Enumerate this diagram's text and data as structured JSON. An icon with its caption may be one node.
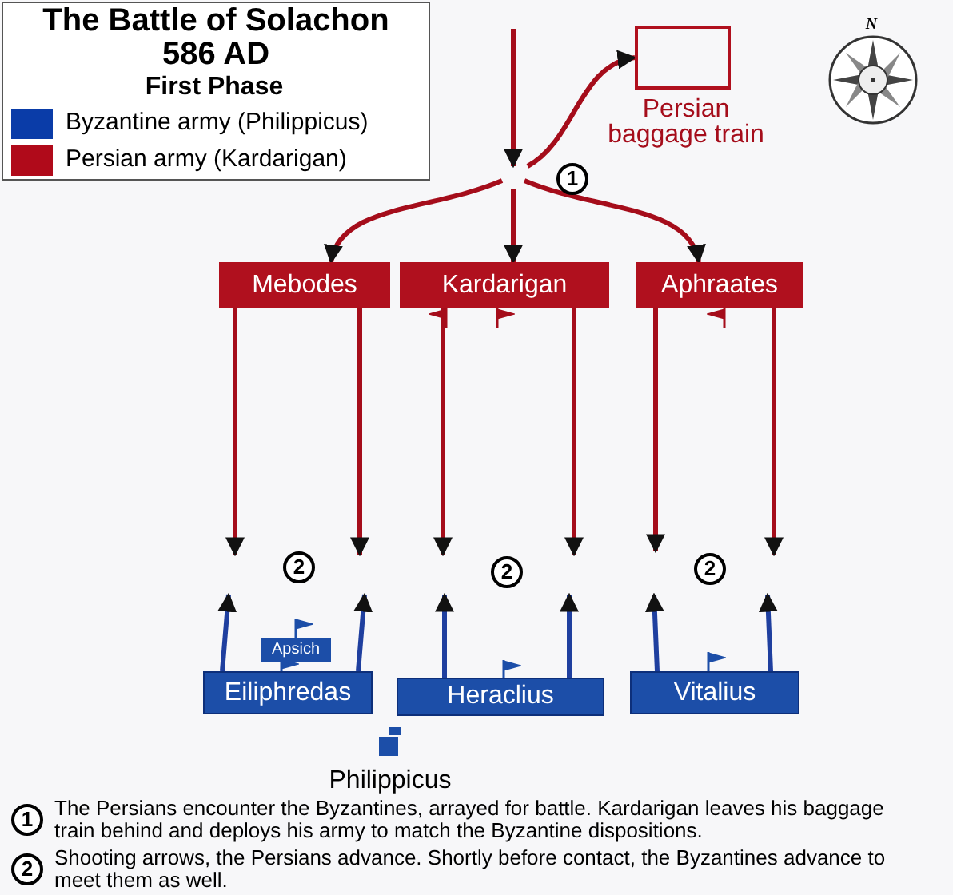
{
  "diagram": {
    "title": "The Battle of Solachon 586 AD",
    "nodes": [
      {
        "text": [
          "Persian baggage train"
        ]
      },
      {
        "text": [
          "Mebodes"
        ]
      },
      {
        "text": [
          "Kardarigan"
        ]
      },
      {
        "text": [
          "Aphraates"
        ]
      },
      {
        "text": [
          "Eiliphredas"
        ]
      },
      {
        "text": [
          "Heraclius"
        ]
      },
      {
        "text": [
          "Vitalius"
        ]
      },
      {
        "text": [
          "Apsich"
        ]
      },
      {
        "text": [
          "Philippicus"
        ]
      }
    ],
    "edges": [
      {
        "from": null,
        "to": 0,
        "arrow": "to"
      },
      {
        "from": null,
        "to": 1,
        "arrow": "to"
      },
      {
        "from": null,
        "to": 2,
        "arrow": "to"
      },
      {
        "from": null,
        "to": 3,
        "arrow": "to"
      },
      {
        "from": 1,
        "to": null,
        "arrow": "to"
      },
      {
        "from": 1,
        "to": null,
        "arrow": "to"
      },
      {
        "from": 2,
        "to": null,
        "arrow": "to"
      },
      {
        "from": 2,
        "to": null,
        "arrow": "to"
      },
      {
        "from": 3,
        "to": null,
        "arrow": "to"
      },
      {
        "from": 3,
        "to": null,
        "arrow": "to"
      },
      {
        "from": 4,
        "to": null,
        "arrow": "to",
        "color": "#1f3f9f"
      },
      {
        "from": 4,
        "to": null,
        "arrow": "to",
        "color": "#1f3f9f"
      },
      {
        "from": 5,
        "to": null,
        "arrow": "to",
        "color": "#1f3f9f"
      },
      {
        "from": 5,
        "to": null,
        "arrow": "to",
        "color": "#1f3f9f"
      },
      {
        "from": 6,
        "to": null,
        "arrow": "to",
        "color": "#1f3f9f"
      },
      {
        "from": 6,
        "to": null,
        "arrow": "to",
        "color": "#1f3f9f"
      }
    ],
    "labels": [
      "First Phase",
      "N",
      "1",
      "2",
      "2",
      "2",
      "1",
      "The Persians encounter the Byzantines, arrayed for battle. Kardarigan leaves his baggage train behind and deploys his army to match the Byzantine dispositions.",
      "2",
      "Shooting arrows, the Persians advance. Shortly before contact, the Byzantines advance to meet them as well."
    ],
    "legend": [
      {
        "text": "Byzantine army (Philippicus)",
        "color": "#0a3ca8"
      },
      {
        "text": "Persian army (Kardarigan)",
        "color": "#b00a1a"
      }
    ]
  }
}
